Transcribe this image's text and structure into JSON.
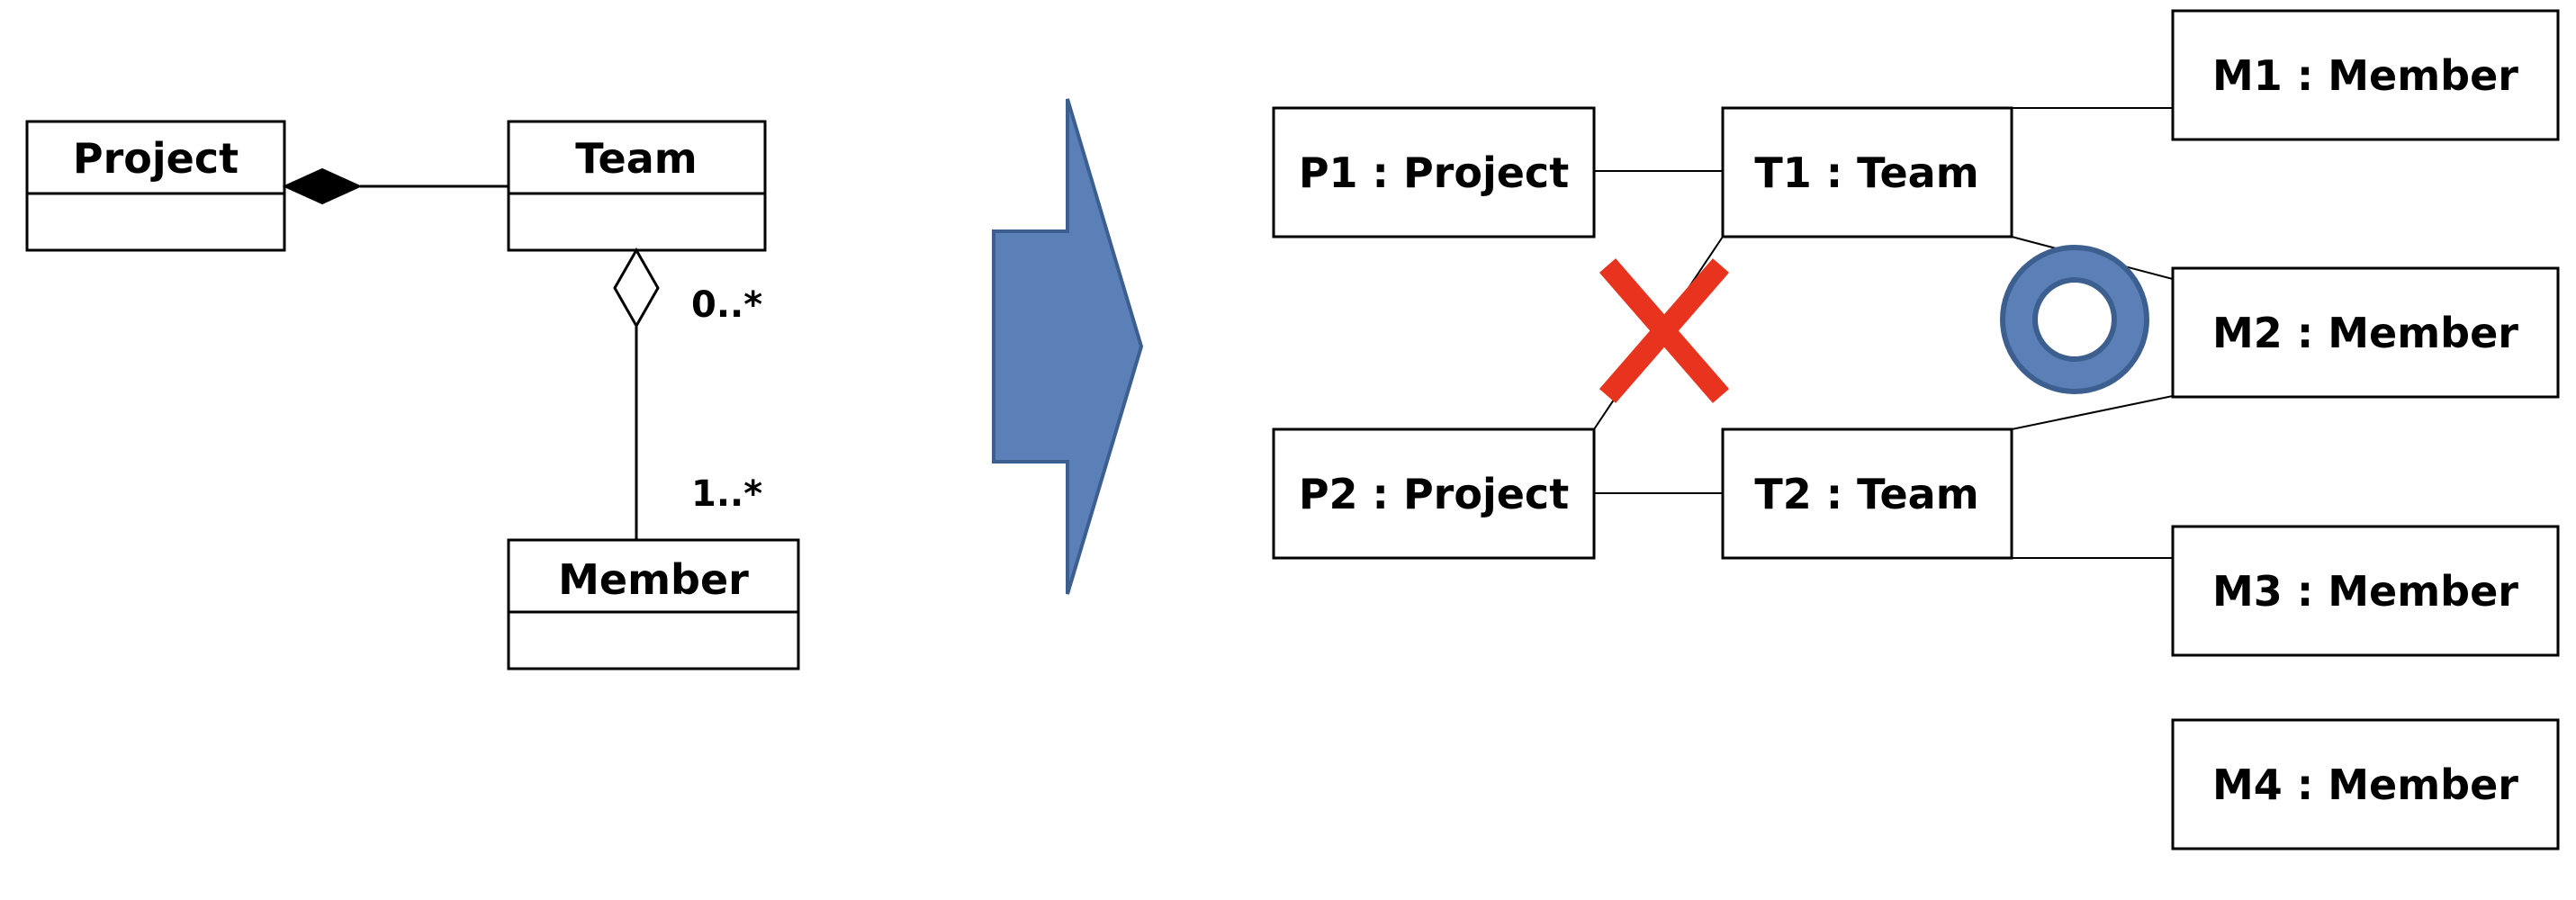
{
  "class_diagram": {
    "project": "Project",
    "team": "Team",
    "member": "Member",
    "multiplicity_team": "0..*",
    "multiplicity_member": "1..*"
  },
  "object_diagram": {
    "p1": "P1 : Project",
    "p2": "P2 : Project",
    "t1": "T1 : Team",
    "t2": "T2 : Team",
    "m1": "M1 : Member",
    "m2": "M2 : Member",
    "m3": "M3 : Member",
    "m4": "M4 : Member"
  },
  "colors": {
    "arrow_fill": "#5b80b8",
    "arrow_stroke": "#3c5f8f",
    "cross": "#e8331f",
    "circle_fill": "#5b80b8",
    "circle_stroke": "#3c5f8f"
  },
  "icons": {
    "transform": "right-arrow-icon",
    "invalid": "cross-mark-icon",
    "valid": "circle-mark-icon"
  }
}
